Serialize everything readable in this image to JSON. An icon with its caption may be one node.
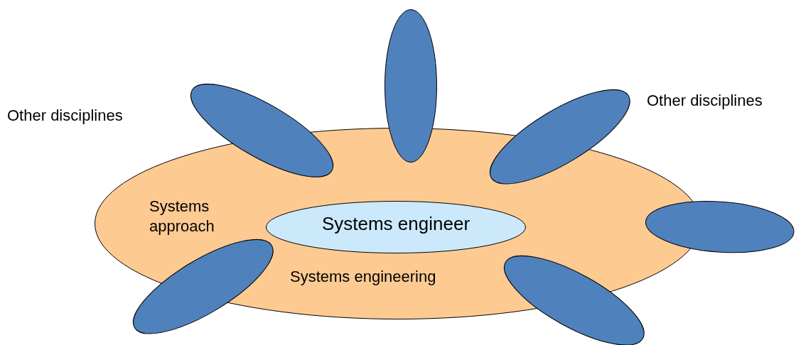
{
  "diagram": {
    "nodes": [
      {
        "text": [
          "Systems approach",
          "Systems engineering"
        ]
      },
      {
        "text": [
          "Systems engineer"
        ],
        "in": 0
      },
      {
        "text": [],
        "shape": "ellipse"
      },
      {
        "text": [],
        "shape": "ellipse"
      },
      {
        "text": [],
        "shape": "ellipse"
      },
      {
        "text": [],
        "shape": "ellipse"
      },
      {
        "text": [],
        "shape": "ellipse"
      },
      {
        "text": [],
        "shape": "ellipse"
      }
    ],
    "labels": [
      "Other disciplines",
      "Other disciplines"
    ]
  }
}
